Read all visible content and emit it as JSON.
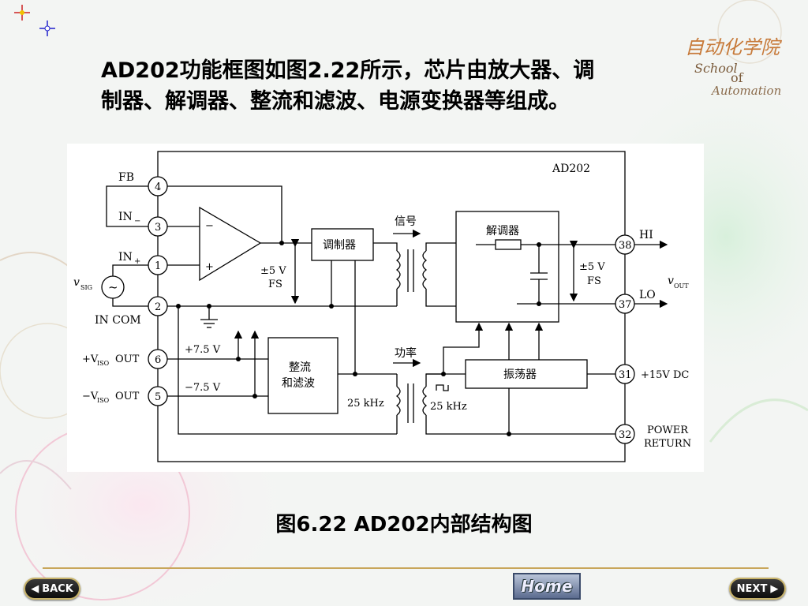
{
  "slide": {
    "intro_line1": "AD202功能框图如图2.22所示，芯片由放大器、调",
    "intro_line2": "制器、解调器、整流和滤波、电源变换器等组成。",
    "caption": "图6.22 AD202内部结构图"
  },
  "logo": {
    "line1": "自动化学院",
    "line2": "School",
    "line3": "of",
    "line4": "Automation"
  },
  "diagram": {
    "chip_name": "AD202",
    "pins": {
      "p4": "4",
      "p3": "3",
      "p1": "1",
      "p2": "2",
      "p6": "6",
      "p5": "5",
      "p38": "38",
      "p37": "37",
      "p31": "31",
      "p32": "32"
    },
    "labels": {
      "fb": "FB",
      "in_minus": "IN",
      "in_minus_sub": "−",
      "in_plus": "IN",
      "in_plus_sub": "+",
      "vsig": "v",
      "vsig_sub": "SIG",
      "in_com": "IN COM",
      "vpos_iso_out_pre": "+V",
      "vpos_iso_out_sub": "ISO",
      "vpos_iso_out_post": "OUT",
      "vneg_iso_out_pre": "−V",
      "vneg_iso_out_sub": "ISO",
      "vneg_iso_out_post": "OUT",
      "pos75": "+7.5 V",
      "neg75": "−7.5 V",
      "fs_left_pm": "±5 V",
      "fs_left": "FS",
      "fs_right_pm": "±5 V",
      "fs_right": "FS",
      "modulator": "调制器",
      "demodulator": "解调器",
      "signal": "信号",
      "power": "功率",
      "rectifier_line1": "整流",
      "rectifier_line2": "和滤波",
      "oscillator": "振荡器",
      "khz_left": "25 kHz",
      "khz_right": "25 kHz",
      "hi": "HI",
      "lo": "LO",
      "vout": "v",
      "vout_sub": "OUT",
      "plus15": "+15V DC",
      "power_return_1": "POWER",
      "power_return_2": "RETURN",
      "amp_minus": "−",
      "amp_plus": "+",
      "tilde": "~"
    }
  },
  "nav": {
    "back": "BACK",
    "home": "Home",
    "next": "NEXT"
  }
}
